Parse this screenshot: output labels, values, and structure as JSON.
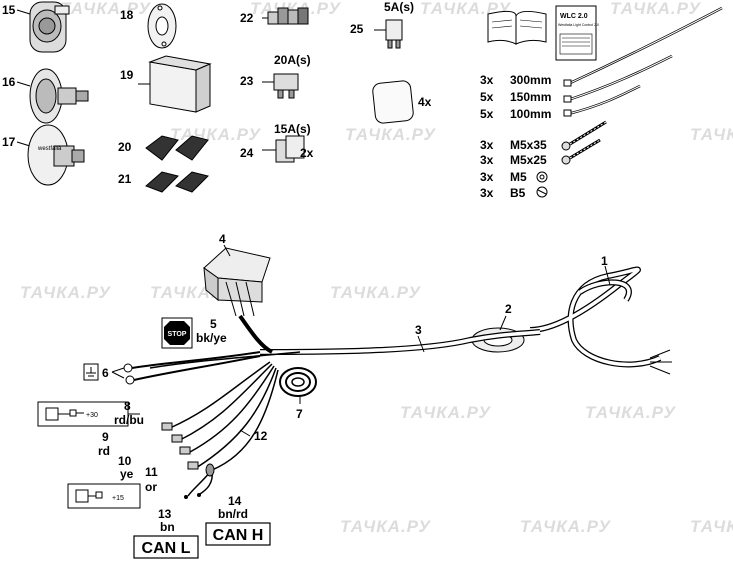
{
  "watermark": "ТАЧКА.РУ",
  "parts": {
    "p15": "15",
    "p16": "16",
    "p17": "17",
    "p18": "18",
    "p19": "19",
    "p20": "20",
    "p21": "21",
    "p22": "22",
    "p23": "23",
    "p24": "24",
    "p25": "25",
    "p4x": "4x",
    "p23_rating": "20A(s)",
    "p24_rating": "15A(s)",
    "p24_qty": "2x",
    "p25_rating": "5A(s)"
  },
  "manual": {
    "title": "WLC 2.0",
    "subtitle": "Westfalia Light Control 2.0"
  },
  "hardware": [
    {
      "qty": "3x",
      "name": "300mm"
    },
    {
      "qty": "5x",
      "name": "150mm"
    },
    {
      "qty": "5x",
      "name": "100mm"
    },
    {
      "qty": "3x",
      "name": "M5x35"
    },
    {
      "qty": "3x",
      "name": "M5x25"
    },
    {
      "qty": "3x",
      "name": "M5"
    },
    {
      "qty": "3x",
      "name": "B5"
    }
  ],
  "harness": {
    "n1": "1",
    "n2": "2",
    "n3": "3",
    "n4": "4",
    "n5": "5",
    "n5_color": "bk/ye",
    "stop": "STOP",
    "n6": "6",
    "n7": "7",
    "n8": "8",
    "n8_color": "rd/bu",
    "plus30": "+30",
    "n9": "9",
    "n9_color": "rd",
    "n10": "10",
    "n10_color": "ye",
    "n11": "11",
    "n11_color": "or",
    "plus15": "+15",
    "n12": "12",
    "n13": "13",
    "n13_color": "bn",
    "n14": "14",
    "n14_color": "bn/rd",
    "can_l": "CAN L",
    "can_h": "CAN H"
  }
}
